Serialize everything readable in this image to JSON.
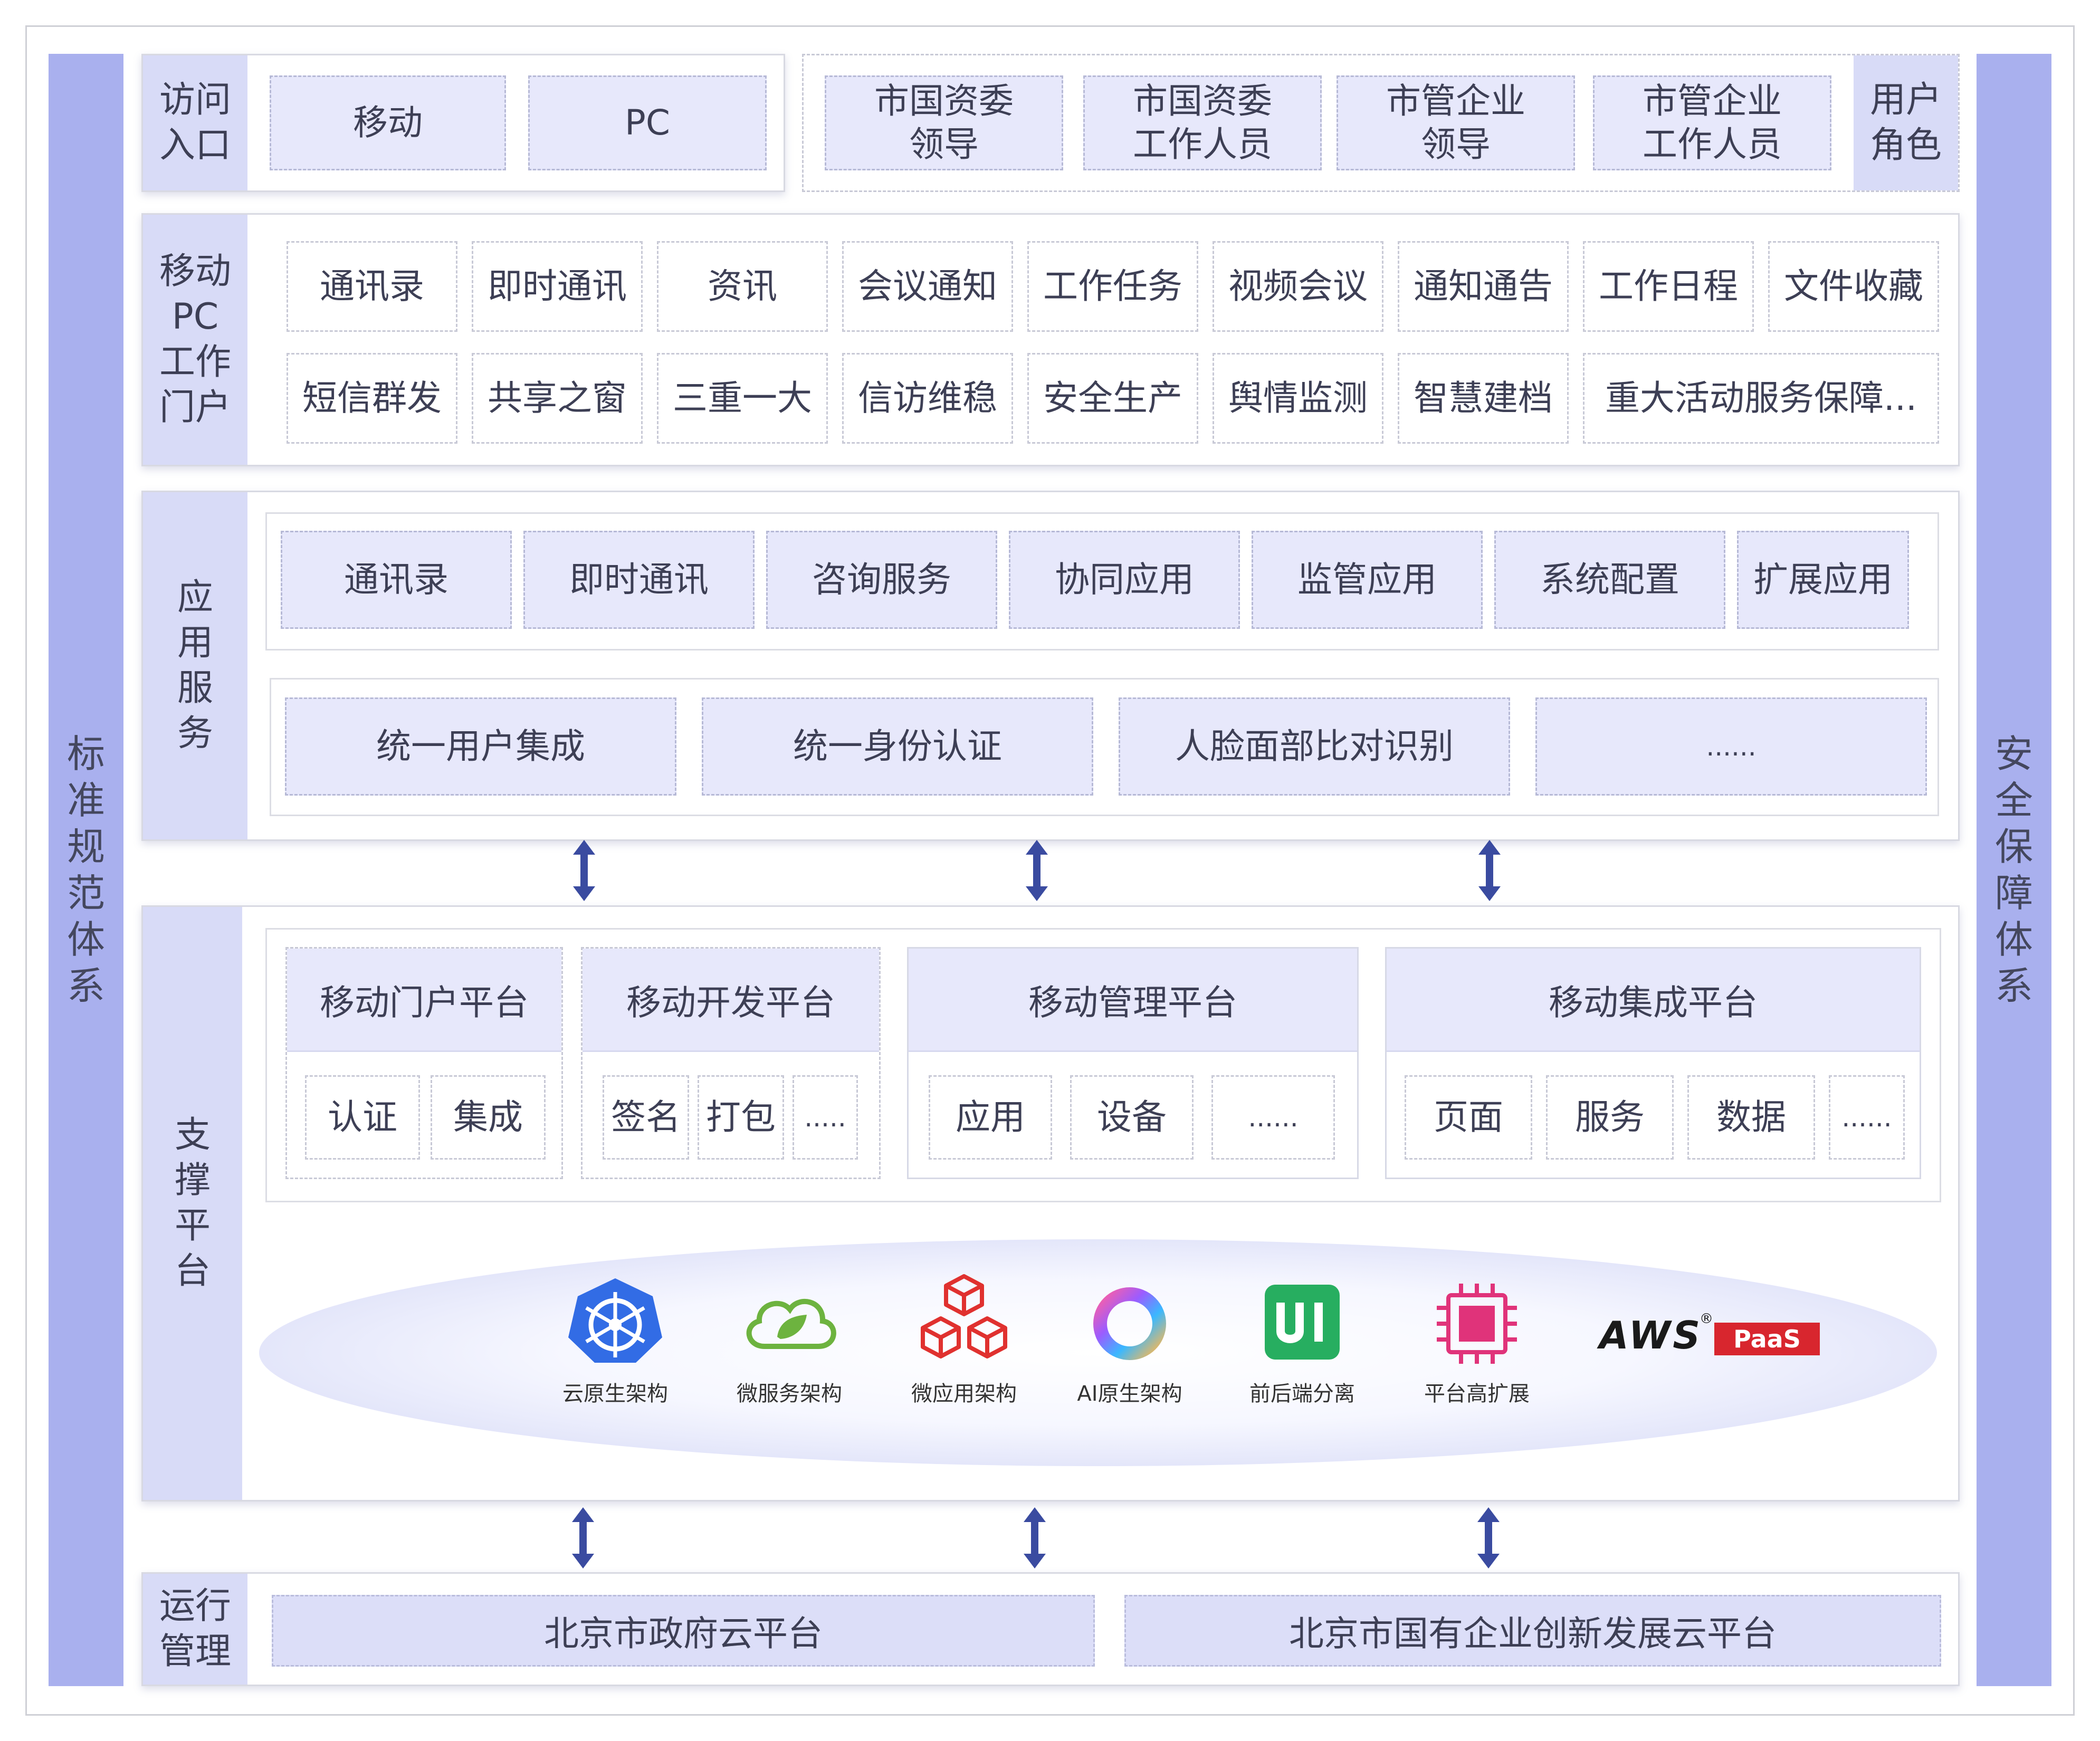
{
  "sidebars": {
    "left": "标准规范体系",
    "right": "安全保障体系"
  },
  "access": {
    "label": "访问入口",
    "items": [
      "移动",
      "PC"
    ]
  },
  "roles": {
    "label": "用户角色",
    "items": [
      "市国资委领导",
      "市国资委工作人员",
      "市管企业领导",
      "市管企业工作人员"
    ]
  },
  "portal": {
    "label": "移动PC工作门户",
    "row1": [
      "通讯录",
      "即时通讯",
      "资讯",
      "会议通知",
      "工作任务",
      "视频会议",
      "通知通告",
      "工作日程",
      "文件收藏"
    ],
    "row2": [
      "短信群发",
      "共享之窗",
      "三重一大",
      "信访维稳",
      "安全生产",
      "舆情监测",
      "智慧建档",
      "重大活动服务保障..."
    ]
  },
  "app_service": {
    "label": "应用服务",
    "row1": [
      "通讯录",
      "即时通讯",
      "咨询服务",
      "协同应用",
      "监管应用",
      "系统配置",
      "扩展应用"
    ],
    "row2": [
      "统一用户集成",
      "统一身份认证",
      "人脸面部比对识别",
      "......"
    ]
  },
  "support": {
    "label": "支撑平台",
    "platforms": [
      {
        "title": "移动门户平台",
        "items": [
          "认证",
          "集成"
        ]
      },
      {
        "title": "移动开发平台",
        "items": [
          "签名",
          "打包",
          "....."
        ]
      },
      {
        "title": "移动管理平台",
        "items": [
          "应用",
          "设备",
          "......"
        ]
      },
      {
        "title": "移动集成平台",
        "items": [
          "页面",
          "服务",
          "数据",
          "......"
        ]
      }
    ],
    "tech": [
      {
        "icon": "kubernetes-icon",
        "label": "云原生架构"
      },
      {
        "icon": "spring-cloud-icon",
        "label": "微服务架构"
      },
      {
        "icon": "cubes-icon",
        "label": "微应用架构"
      },
      {
        "icon": "ai-ring-icon",
        "label": "AI原生架构"
      },
      {
        "icon": "ui-icon",
        "label": "前后端分离"
      },
      {
        "icon": "chip-icon",
        "label": "平台高扩展"
      }
    ],
    "brand": {
      "aws": "AWS",
      "paas": "PaaS"
    }
  },
  "runtime": {
    "label": "运行管理",
    "items": [
      "北京市政府云平台",
      "北京市国有企业创新发展云平台"
    ]
  },
  "colors": {
    "sidebar": "#a9b0ee",
    "label_bg": "#d8dbf7",
    "box_fill": "#e7e8fb",
    "arrow": "#3a4ba0",
    "brand_red": "#d8262e"
  }
}
